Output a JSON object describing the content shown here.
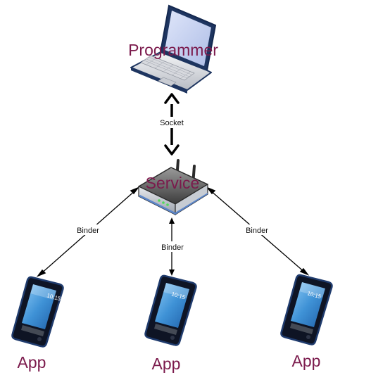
{
  "colors": {
    "node_label": "#7b1a4c",
    "edge": "#000000",
    "device_body": "#14284f",
    "screen": "#3f92d6",
    "laptop_screen": "#c2cff0"
  },
  "nodes": {
    "programmer": {
      "label": "Programmer",
      "icon": "laptop-icon"
    },
    "service": {
      "label": "Service",
      "icon": "router-icon"
    },
    "apps": [
      {
        "label": "App",
        "icon": "phone-icon",
        "clock": "10:15"
      },
      {
        "label": "App",
        "icon": "phone-icon",
        "clock": "10:15"
      },
      {
        "label": "App",
        "icon": "phone-icon",
        "clock": "10:15"
      }
    ]
  },
  "edges": {
    "socket": {
      "label": "Socket"
    },
    "binder_left": {
      "label": "Binder"
    },
    "binder_center": {
      "label": "Binder"
    },
    "binder_right": {
      "label": "Binder"
    }
  }
}
